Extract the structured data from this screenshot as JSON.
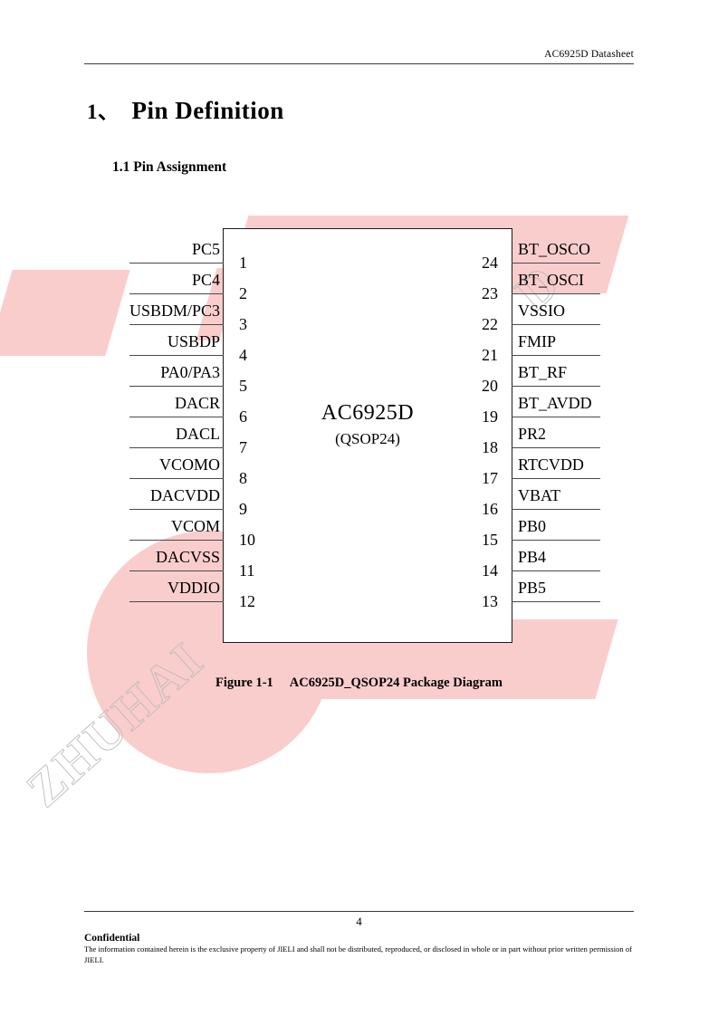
{
  "header": {
    "text": "AC6925D  Datasheet"
  },
  "chapter": {
    "number_mark": "1、",
    "title": "Pin Definition"
  },
  "section": {
    "title": "1.1 Pin Assignment"
  },
  "chip": {
    "name": "AC6925D",
    "package": "(QSOP24)"
  },
  "pins": {
    "left": [
      {
        "number": "1",
        "label": "PC5"
      },
      {
        "number": "2",
        "label": "PC4"
      },
      {
        "number": "3",
        "label": "USBDM/PC3"
      },
      {
        "number": "4",
        "label": "USBDP"
      },
      {
        "number": "5",
        "label": "PA0/PA3"
      },
      {
        "number": "6",
        "label": "DACR"
      },
      {
        "number": "7",
        "label": "DACL"
      },
      {
        "number": "8",
        "label": "VCOMO"
      },
      {
        "number": "9",
        "label": "DACVDD"
      },
      {
        "number": "10",
        "label": "VCOM"
      },
      {
        "number": "11",
        "label": "DACVSS"
      },
      {
        "number": "12",
        "label": "VDDIO"
      }
    ],
    "right": [
      {
        "number": "24",
        "label": "BT_OSCO"
      },
      {
        "number": "23",
        "label": "BT_OSCI"
      },
      {
        "number": "22",
        "label": "VSSIO"
      },
      {
        "number": "21",
        "label": "FMIP"
      },
      {
        "number": "20",
        "label": "BT_RF"
      },
      {
        "number": "19",
        "label": "BT_AVDD"
      },
      {
        "number": "18",
        "label": "PR2"
      },
      {
        "number": "17",
        "label": "RTCVDD"
      },
      {
        "number": "16",
        "label": "VBAT"
      },
      {
        "number": "15",
        "label": "PB0"
      },
      {
        "number": "14",
        "label": "PB4"
      },
      {
        "number": "13",
        "label": "PB5"
      }
    ]
  },
  "figure": {
    "number": "Figure 1-1",
    "caption": "AC6925D_QSOP24 Package Diagram"
  },
  "footer": {
    "page_number": "4",
    "confidential": "Confidential",
    "disclaimer": "The information contained herein is the exclusive property of JIELI and shall not be distributed, reproduced, or disclosed in whole or in part without prior written permission of JIELI."
  },
  "watermark": {
    "text_1": "ZHUHAI",
    "text_2": "D",
    "pink_color": "#facdcd",
    "outline_color": "#b9b9b9"
  }
}
